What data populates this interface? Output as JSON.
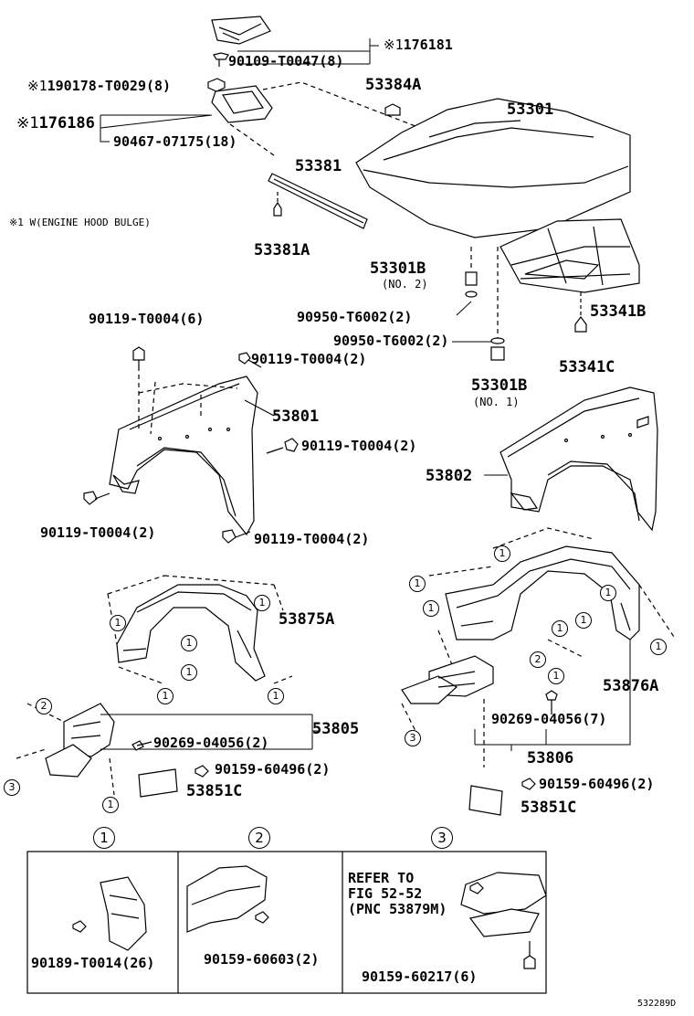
{
  "diagram": {
    "reference_code": "532289D",
    "footnote": {
      "mark": "※1",
      "text": "W(ENGINE HOOD BULGE)"
    },
    "callout_numbers": [
      "1",
      "2",
      "3"
    ],
    "parts": {
      "p176181": "176181",
      "p90109": "90109-T0047(8)",
      "p190178": "190178-T0029(8)",
      "p176186": "176186",
      "p90467": "90467-07175(18)",
      "p53384A": "53384A",
      "p53301": "53301",
      "p53381": "53381",
      "p53381A": "53381A",
      "p53301B_1": "53301B",
      "p53301B_1_note": "(NO. 2)",
      "p90950_1": "90950-T6002(2)",
      "p90950_2": "90950-T6002(2)",
      "p53341B": "53341B",
      "p53341C": "53341C",
      "p53301B_2": "53301B",
      "p53301B_2_note": "(NO. 1)",
      "p90119_a": "90119-T0004(6)",
      "p90119_b": "90119-T0004(2)",
      "p53801": "53801",
      "p90119_c": "90119-T0004(2)",
      "p53802": "53802",
      "p90119_d": "90119-T0004(2)",
      "p90119_e": "90119-T0004(2)",
      "p53875A": "53875A",
      "p53876A": "53876A",
      "p53805": "53805",
      "p90269_a": "90269-04056(2)",
      "p90159_a": "90159-60496(2)",
      "p53851C_a": "53851C",
      "p90269_b": "90269-04056(7)",
      "p53806": "53806",
      "p90159_b": "90159-60496(2)",
      "p53851C_b": "53851C"
    },
    "detail_panels": {
      "panel1": {
        "part": "90189-T0014(26)"
      },
      "panel2": {
        "part": "90159-60603(2)"
      },
      "panel3": {
        "refer_line1": "REFER TO",
        "refer_line2": "FIG 52-52",
        "refer_line3": "(PNC 53879M)",
        "part": "90159-60217(6)"
      }
    }
  }
}
